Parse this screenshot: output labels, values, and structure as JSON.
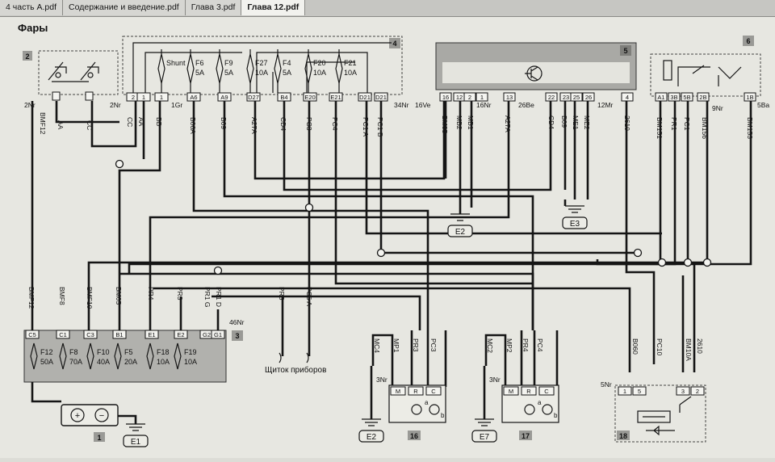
{
  "tabs": [
    {
      "label": "4 часть A.pdf",
      "active": false
    },
    {
      "label": "Содержание и введение.pdf",
      "active": false
    },
    {
      "label": "Глава 3.pdf",
      "active": false
    },
    {
      "label": "Глава 12.pdf",
      "active": true
    }
  ],
  "diagram": {
    "title": "Фары",
    "relay_left": {
      "number": "2",
      "pin_tags": [
        "2Nr",
        "BMF12",
        "AA",
        "CC"
      ]
    },
    "fuse_top": {
      "number": "4",
      "connector_codes": [
        "2Nr",
        "1Gr",
        "34Nr",
        "16Ve"
      ],
      "pin_numbers": [
        "2",
        "1",
        "1",
        "A6",
        "A9",
        "D27",
        "B4",
        "E20",
        "E21",
        "D21",
        "D21"
      ],
      "fuses": [
        {
          "name": "Shunt",
          "amp": ""
        },
        {
          "name": "F6",
          "amp": "5A"
        },
        {
          "name": "F9",
          "amp": "5A"
        },
        {
          "name": "F27",
          "amp": "10A"
        },
        {
          "name": "F4",
          "amp": "5A"
        },
        {
          "name": "F20",
          "amp": "10A"
        },
        {
          "name": "F21",
          "amp": "10A"
        }
      ],
      "wire_codes": [
        "CC",
        "AA",
        "BB",
        "B06A",
        "B09",
        "A27A",
        "CD4",
        "PC3",
        "PC4",
        "PC1 A",
        "PC1 B"
      ]
    },
    "module_top": {
      "number": "5",
      "pin_numbers": [
        "16",
        "12",
        "2",
        "1",
        "13",
        "22",
        "23",
        "25",
        "26",
        "4"
      ],
      "connector_codes": [
        "16Nr",
        "26Be",
        "12Mr"
      ],
      "wire_codes": [
        "BM05",
        "MB2",
        "MB1",
        "A27A",
        "CD4",
        "B09",
        "ME1",
        "ME2",
        "2610"
      ]
    },
    "relay_right": {
      "number": "6",
      "pin_numbers": [
        "A1",
        "3B",
        "5B",
        "2B",
        "1B"
      ],
      "connector_codes": [
        "9Nr",
        "5Ba"
      ],
      "wire_codes": [
        "BM151",
        "PR1",
        "PC1",
        "BM156",
        "BM153"
      ]
    },
    "grounds": [
      "E2",
      "E3",
      "E1",
      "E2",
      "E7"
    ],
    "fuse_bottom": {
      "number": "3",
      "connector_code": "46Nr",
      "pins": [
        "C5",
        "C1",
        "C3",
        "B1",
        "E1",
        "E2",
        "G2",
        "G1"
      ],
      "fuses": [
        {
          "name": "F12",
          "amp": "50A"
        },
        {
          "name": "F8",
          "amp": "70A"
        },
        {
          "name": "F10",
          "amp": "40A"
        },
        {
          "name": "F5",
          "amp": "20A"
        },
        {
          "name": "F18",
          "amp": "10A"
        },
        {
          "name": "F19",
          "amp": "10A"
        }
      ],
      "wire_codes": [
        "BMF12",
        "BMF8",
        "BMF10",
        "BM05",
        "PR4",
        "PR3",
        "PR1 G",
        "PR1 D",
        "PR5",
        "PC5 A"
      ]
    },
    "cluster_label": "Щиток приборов",
    "battery": {
      "number": "1"
    },
    "headlamp_left": {
      "number": "16",
      "connector_code": "3Nr",
      "pins": [
        "M",
        "R",
        "C"
      ],
      "wire_codes": [
        "MC4",
        "MP1",
        "PR3",
        "PC3"
      ],
      "terminals": [
        "a",
        "b"
      ]
    },
    "headlamp_right": {
      "number": "17",
      "connector_code": "3Nr",
      "pins": [
        "M",
        "R",
        "C"
      ],
      "wire_codes": [
        "MC2",
        "MP2",
        "PR4",
        "PC4"
      ],
      "terminals": [
        "a",
        "b"
      ]
    },
    "relay_bottom": {
      "number": "18",
      "connector_code": "5Nr",
      "pins": [
        "1",
        "5",
        "3",
        "2"
      ],
      "wire_codes": [
        "B060",
        "PC10",
        "BM10A",
        "2610"
      ]
    }
  }
}
